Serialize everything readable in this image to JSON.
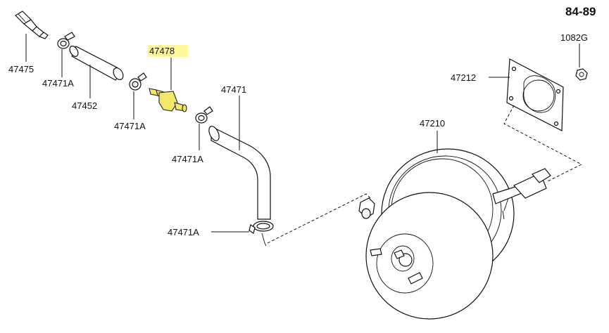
{
  "page_code": "84-89",
  "highlight_color": "#fff799",
  "highlight_part_color": "#f3e86a",
  "labels": {
    "p47475": "47475",
    "p47471A_1": "47471A",
    "p47452": "47452",
    "p47478": "47478",
    "p47471A_2": "47471A",
    "p47471A_3": "47471A",
    "p47471": "47471",
    "p47471A_4": "47471A",
    "p47212": "47212",
    "p1082G": "1082G",
    "p47210": "47210"
  }
}
